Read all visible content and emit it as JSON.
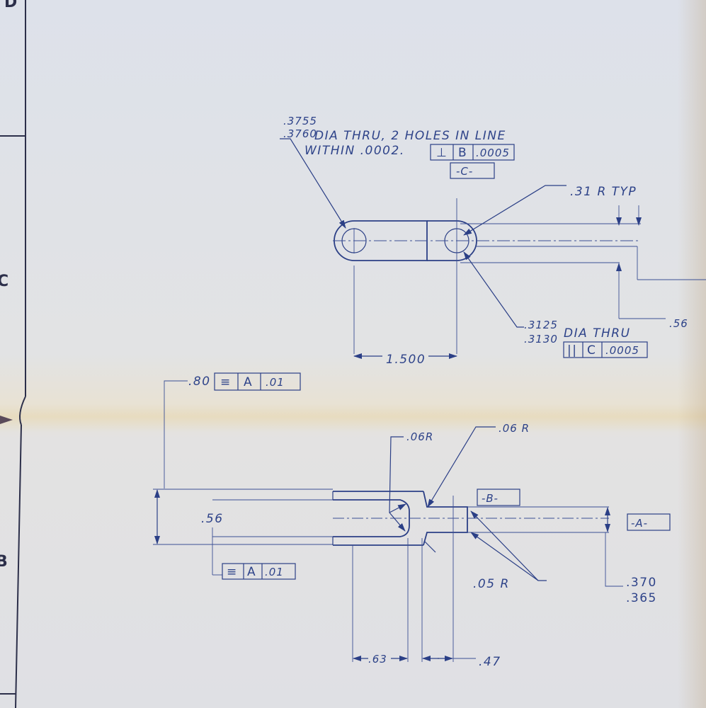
{
  "zones": {
    "top": "D",
    "middle": "C",
    "bottom": "B"
  },
  "top_view": {
    "hole_note": {
      "dia_upper": ".3755",
      "dia_lower": ".3760",
      "line1_suffix": "DIA THRU, 2 HOLES IN LINE",
      "line2": "WITHIN .0002.",
      "frame_symbol": "⊥",
      "frame_datum": "B",
      "frame_tol": ".0005",
      "datum_label": "-C-"
    },
    "radius_note": ".31 R TYP",
    "dim_056": ".56",
    "slot_note": {
      "dia_upper": ".3125",
      "dia_lower": ".3130",
      "suffix": "DIA THRU",
      "frame_symbol": "||",
      "frame_datum": "C",
      "frame_tol": ".0005"
    },
    "dim_spacing": "1.500"
  },
  "side_view": {
    "frame_top": {
      "value": ".80",
      "symbol": "≡",
      "datum": "A",
      "tol": ".01"
    },
    "radius_06_left": ".06R",
    "radius_06_right": ".06 R",
    "datum_b": "-B-",
    "datum_a": "-A-",
    "dim_056": ".56",
    "frame_bottom": {
      "symbol": "≡",
      "datum": "A",
      "tol": ".01"
    },
    "radius_05": ".05 R",
    "thickness_upper": ".370",
    "thickness_lower": ".365",
    "dim_063": ".63",
    "dim_047": ".47"
  }
}
